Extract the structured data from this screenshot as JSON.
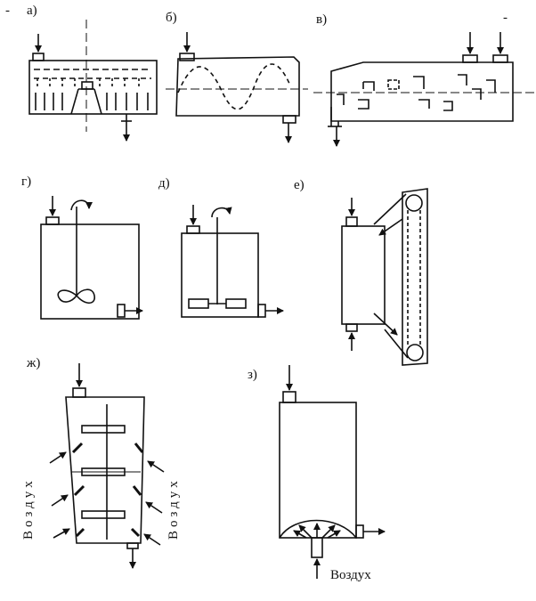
{
  "labels": {
    "a": "а)",
    "b": "б)",
    "v": "в)",
    "g": "г)",
    "d": "д)",
    "e": "е)",
    "zh": "ж)",
    "z": "з)",
    "dash_left": "-",
    "dash_right": "-"
  },
  "air": {
    "zh_left": "Воздух",
    "zh_right": "Воздух",
    "z_bottom": "Воздух"
  }
}
